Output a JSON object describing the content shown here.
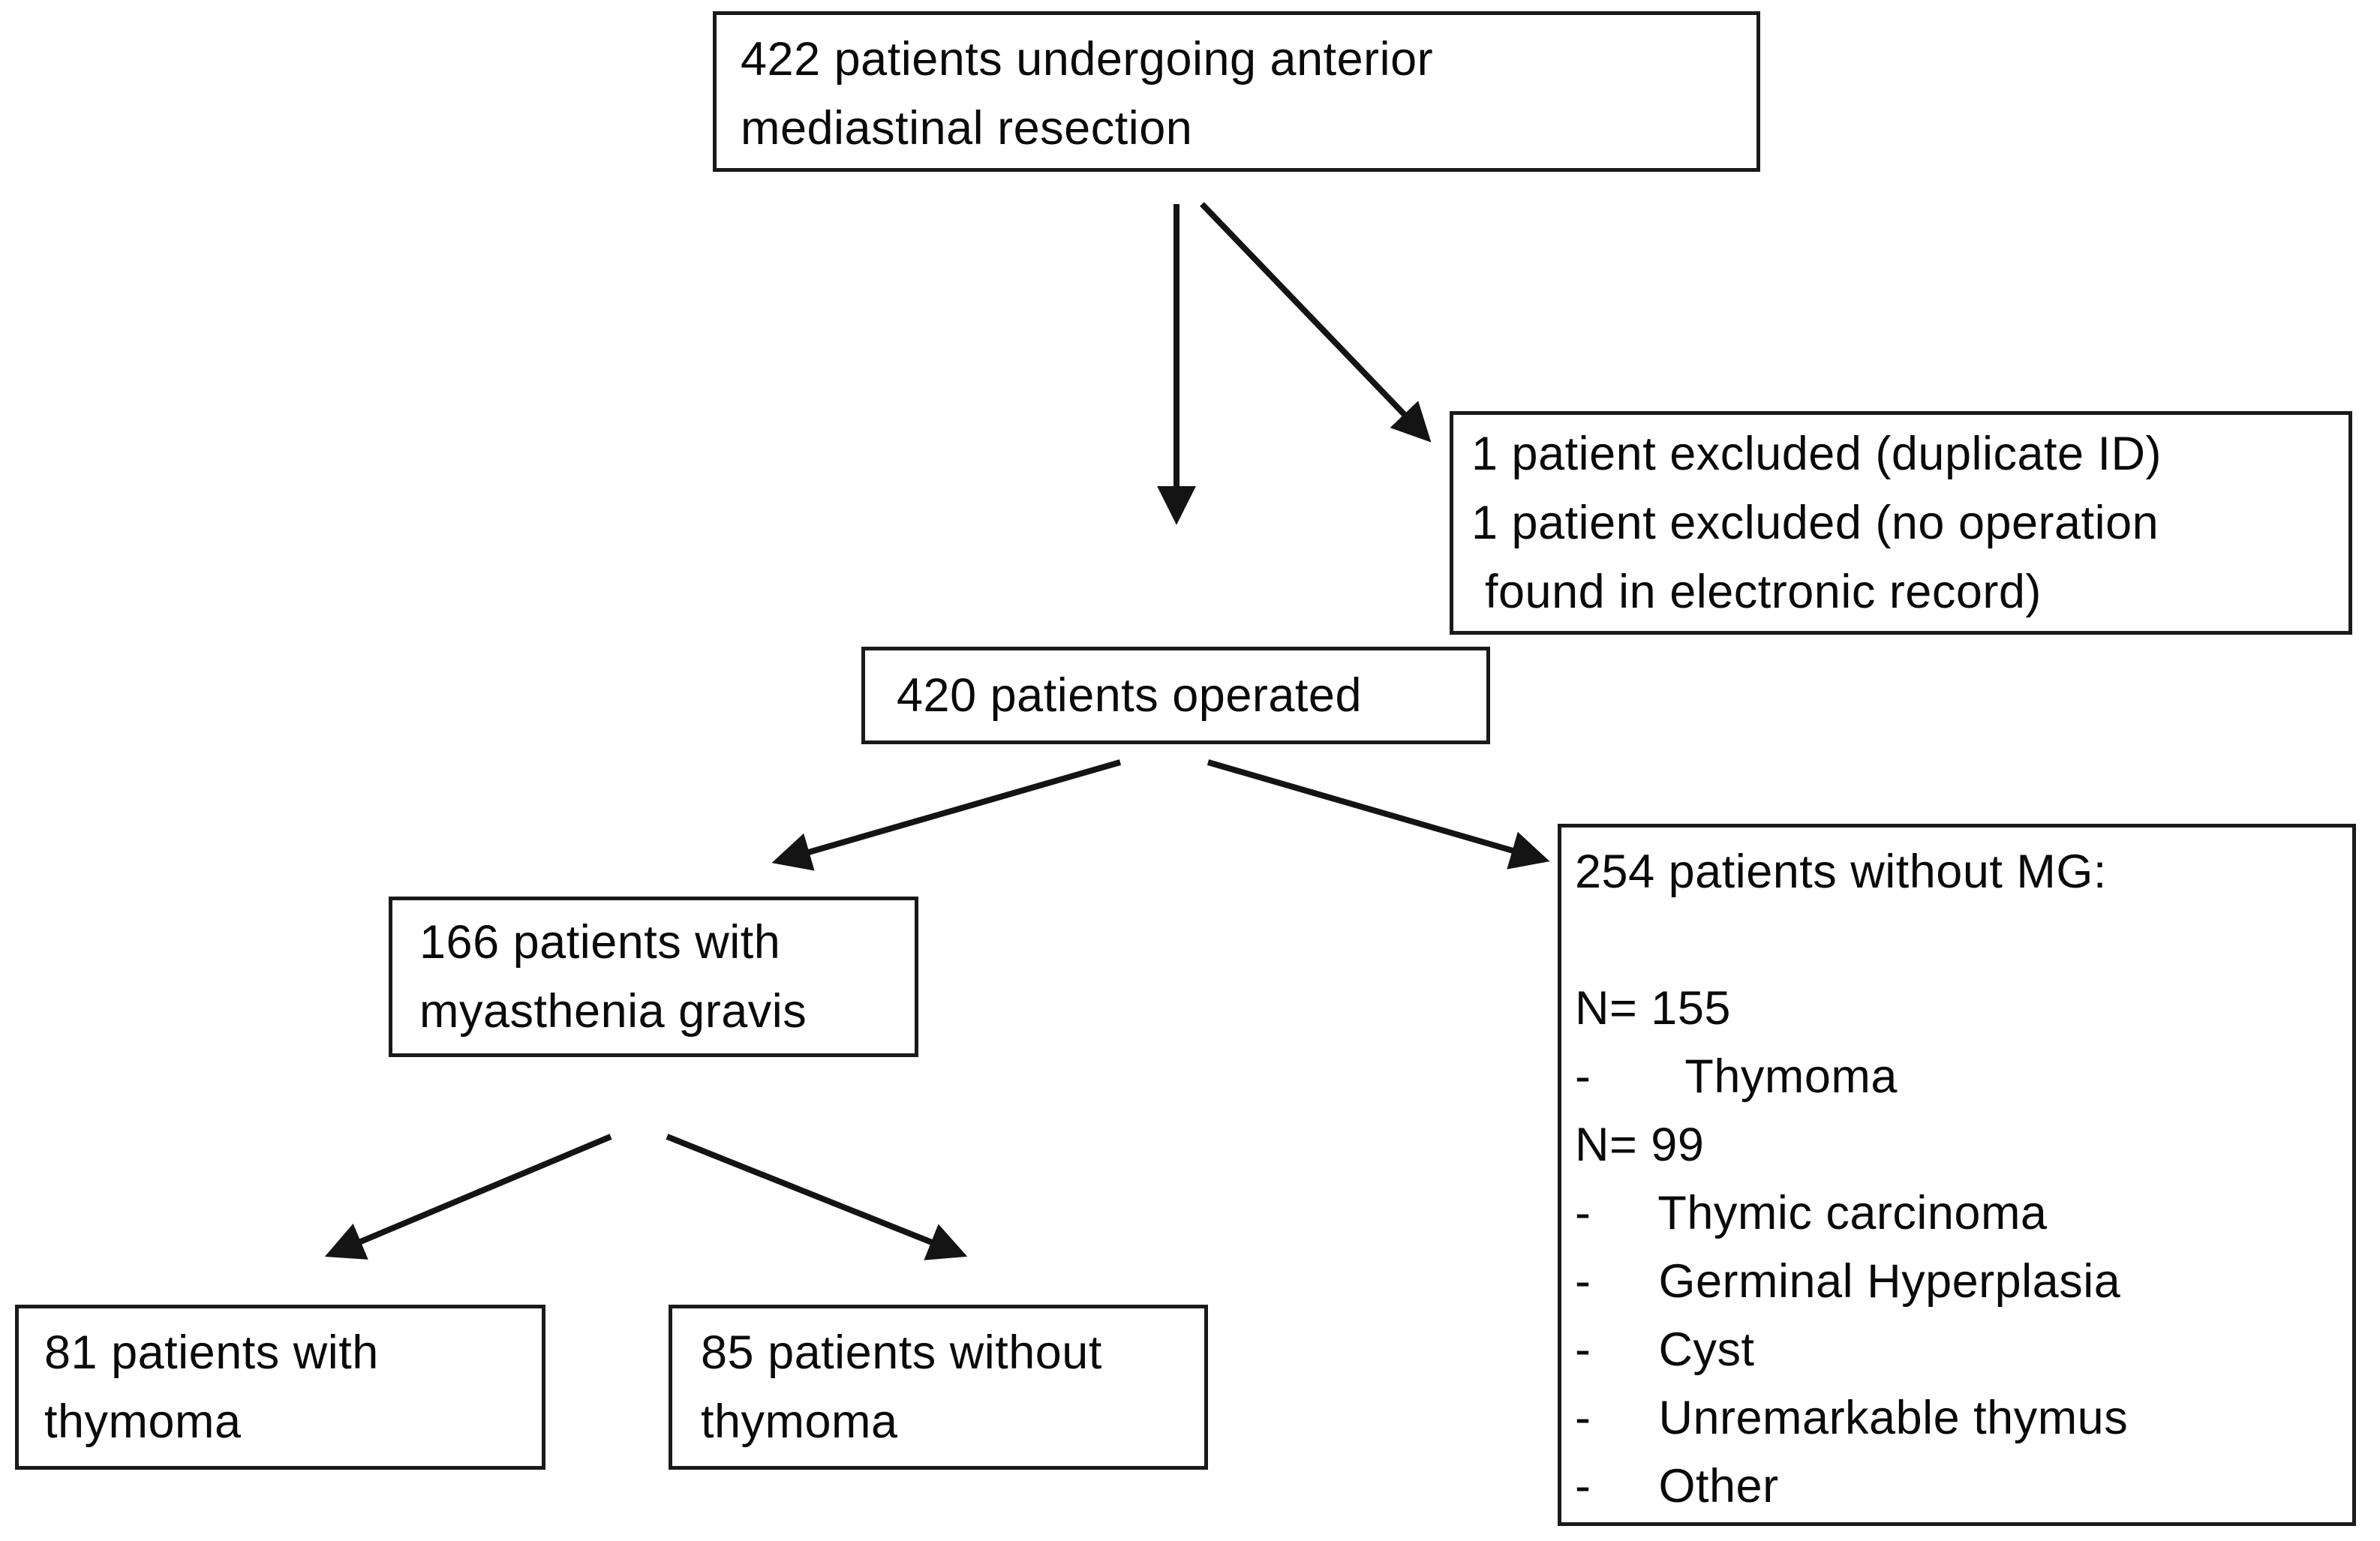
{
  "figure": {
    "type": "patient-flow-diagram",
    "background_color": "#ffffff",
    "line_color": "#141414"
  },
  "boxes": {
    "total": {
      "lines": [
        "422 patients undergoing anterior",
        "mediastinal resection"
      ]
    },
    "excluded": {
      "lines": [
        "1 patient excluded (duplicate ID)",
        "1 patient excluded (no operation",
        " found in electronic record)"
      ]
    },
    "operated": {
      "lines": [
        "420 patients operated"
      ]
    },
    "mg": {
      "lines": [
        "166 patients with",
        "myasthenia gravis"
      ]
    },
    "mg_thymoma": {
      "lines": [
        "81 patients with",
        "thymoma"
      ]
    },
    "mg_no_thymoma": {
      "lines": [
        "85 patients without",
        "thymoma"
      ]
    },
    "no_mg": {
      "lines": [
        "254 patients without MG:",
        "",
        "N= 155",
        "-       Thymoma",
        "N= 99",
        "-     Thymic carcinoma",
        "-     Germinal Hyperplasia",
        "-     Cyst",
        "-     Unremarkable thymus",
        "-     Other"
      ]
    }
  }
}
